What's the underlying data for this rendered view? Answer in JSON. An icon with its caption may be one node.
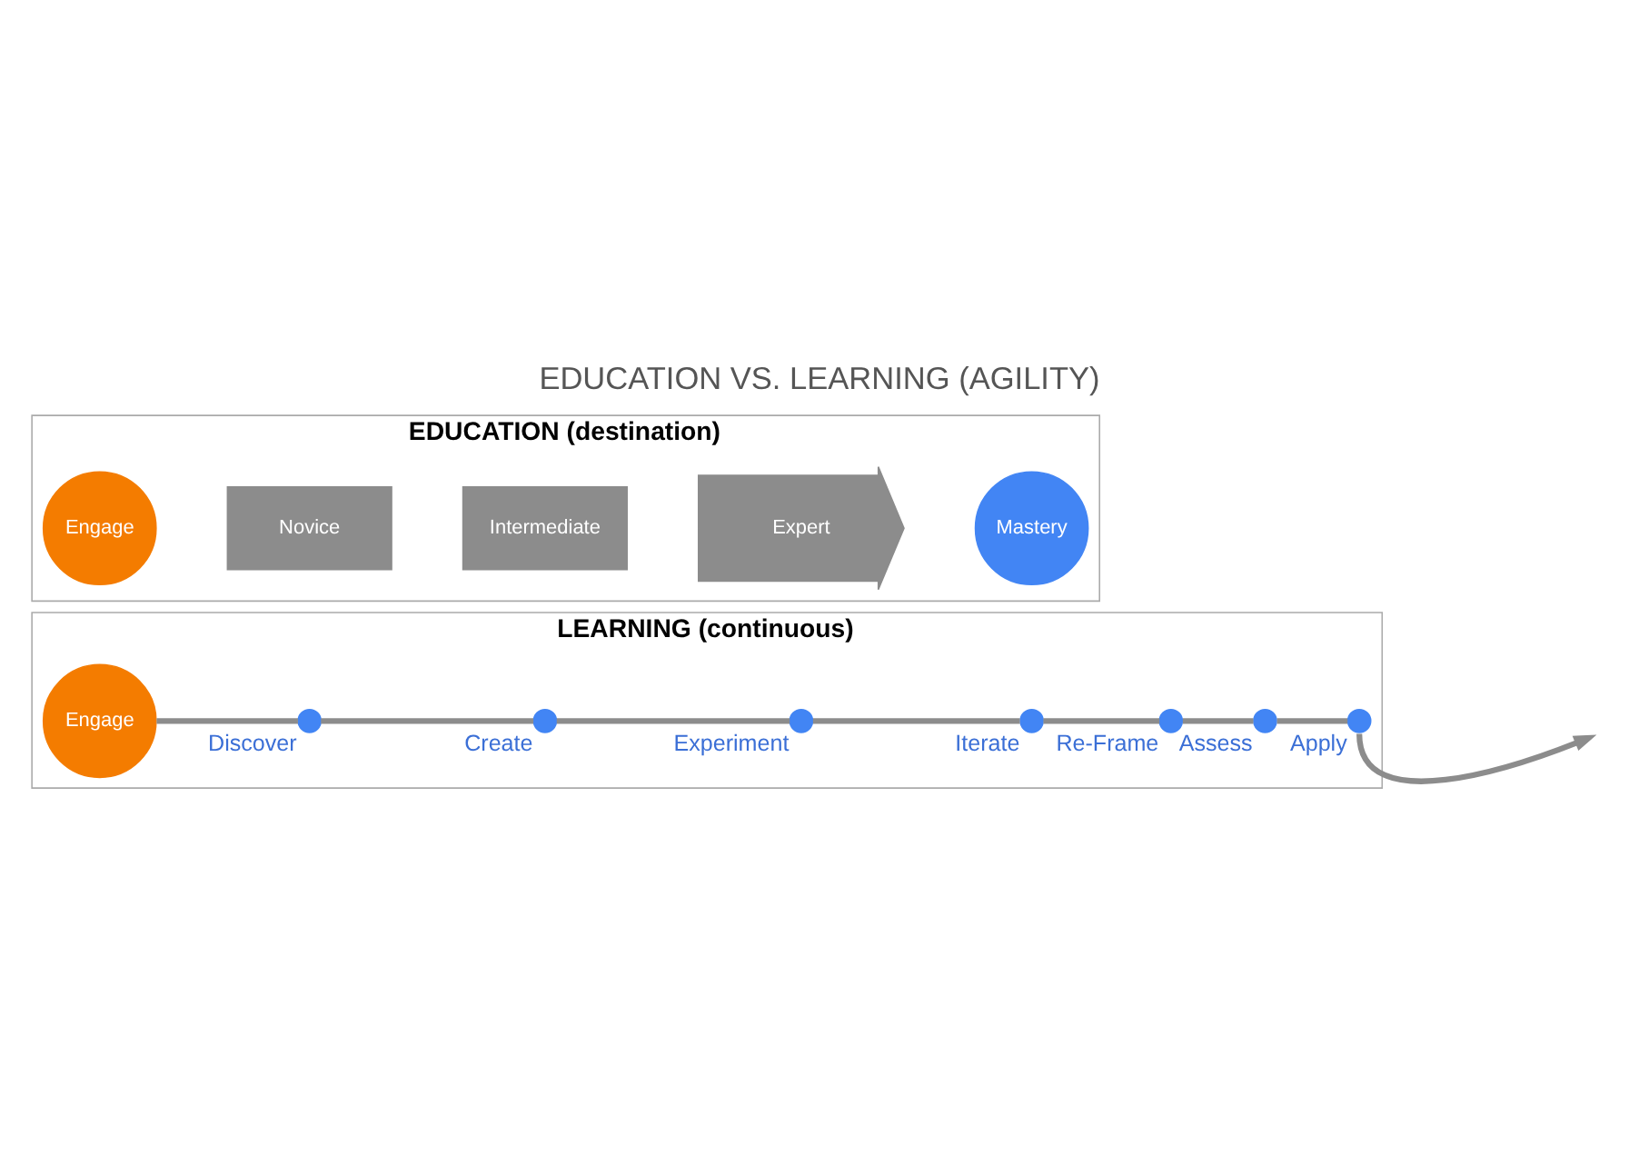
{
  "diagram": {
    "title": "EDUCATION VS. LEARNING (AGILITY)",
    "nodes": [
      {
        "text": [
          "EDUCATION (destination)"
        ]
      },
      {
        "text": [
          "Engage"
        ],
        "in": 0
      },
      {
        "text": [
          "Novice"
        ],
        "in": 0
      },
      {
        "text": [
          "Intermediate"
        ],
        "in": 0
      },
      {
        "text": [
          "Expert"
        ],
        "in": 0
      },
      {
        "text": [
          "Mastery"
        ],
        "in": 0
      },
      {
        "text": [
          "LEARNING (continuous)"
        ]
      },
      {
        "text": [
          "Engage"
        ],
        "in": 6
      },
      {
        "text": [],
        "shape": "circle",
        "beside": [
          "Discover"
        ],
        "in": 6
      },
      {
        "text": [],
        "shape": "circle",
        "beside": [
          "Create"
        ],
        "in": 6
      },
      {
        "text": [],
        "shape": "circle",
        "beside": [
          "Experiment"
        ],
        "in": 6
      },
      {
        "text": [],
        "shape": "circle",
        "beside": [
          "Iterate"
        ],
        "in": 6
      },
      {
        "text": [],
        "shape": "circle",
        "beside": [
          "Re-Frame"
        ],
        "in": 6
      },
      {
        "text": [],
        "shape": "circle",
        "beside": [
          "Assess"
        ],
        "in": 6
      },
      {
        "text": [],
        "shape": "circle",
        "beside": [
          "Apply"
        ],
        "in": 6
      }
    ],
    "edges": [
      {
        "from": 7,
        "to": 8,
        "arrow": "none"
      },
      {
        "from": 8,
        "to": 9,
        "arrow": "none"
      },
      {
        "from": 9,
        "to": 10,
        "arrow": "none"
      },
      {
        "from": 10,
        "to": 11,
        "arrow": "none"
      },
      {
        "from": 11,
        "to": 12,
        "arrow": "none"
      },
      {
        "from": 12,
        "to": 13,
        "arrow": "none"
      },
      {
        "from": 13,
        "to": 14,
        "arrow": "none"
      },
      {
        "from": 14,
        "to": null,
        "arrow": "to"
      }
    ]
  }
}
